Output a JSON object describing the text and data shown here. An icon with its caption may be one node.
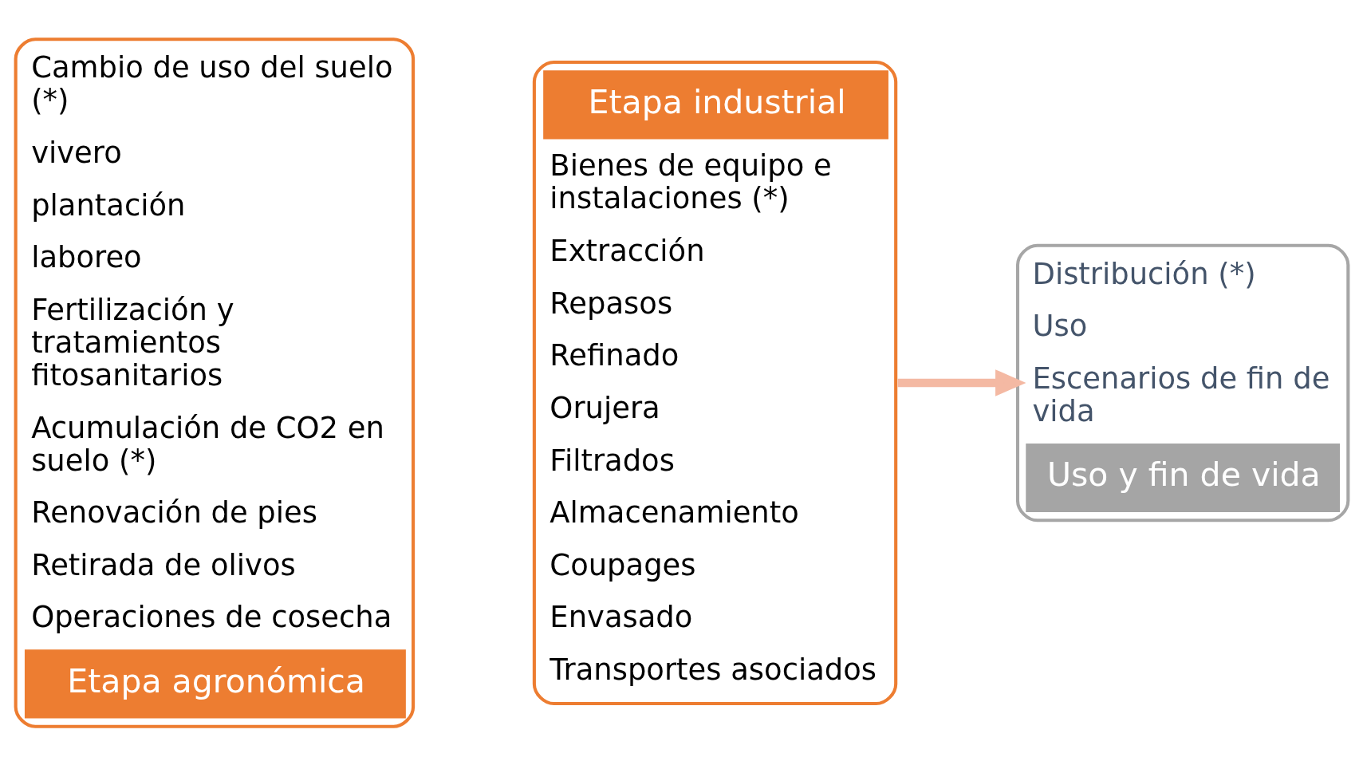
{
  "diagram": {
    "nodes": [
      {
        "text": [
          "Cambio de uso del suelo (*)",
          "vivero",
          "plantación",
          "laboreo",
          "Fertilización y tratamientos fitosanitarios",
          "Acumulación de CO2 en suelo (*)",
          "Renovación de pies",
          "Retirada de olivos",
          "Operaciones de cosecha",
          "Etapa agronómica"
        ]
      },
      {
        "text": [
          "Etapa industrial",
          "Bienes de equipo e instalaciones (*)",
          "Extracción",
          "Repasos",
          "Refinado",
          "Orujera",
          "Filtrados",
          "Almacenamiento",
          "Coupages",
          "Envasado",
          "Transportes asociados"
        ]
      },
      {
        "text": [
          "Distribución (*)",
          "Uso",
          "Escenarios de fin de vida",
          "Uso y fin de vida"
        ]
      }
    ],
    "edges": [
      {
        "from": 1,
        "to": 2,
        "arrow": "to",
        "color": "#f4b9a3"
      }
    ]
  }
}
